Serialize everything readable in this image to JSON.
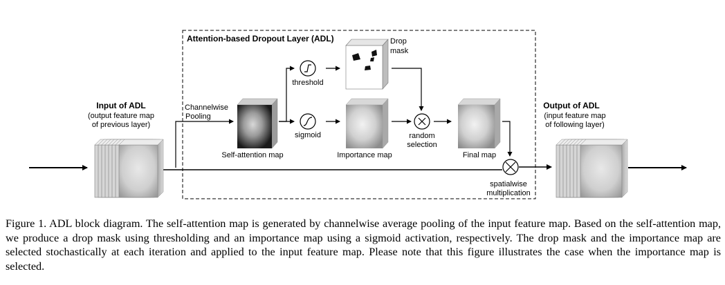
{
  "adl_title": "Attention-based Dropout Layer (ADL)",
  "input": {
    "title": "Input of ADL",
    "line1": "(output feature map",
    "line2": "of previous layer)"
  },
  "output": {
    "title": "Output of ADL",
    "line1": "(input feature map",
    "line2": "of following layer)"
  },
  "pooling": {
    "line1": "Channelwise",
    "line2": "Pooling"
  },
  "self_attention_label": "Self-attention map",
  "threshold_label": "threshold",
  "sigmoid_label": "sigmoid",
  "drop_mask": {
    "line1": "Drop",
    "line2": "mask"
  },
  "importance_label": "Importance map",
  "random_selection": {
    "line1": "random",
    "line2": "selection"
  },
  "final_label": "Final map",
  "spatialwise": {
    "line1": "spatialwise",
    "line2": "multiplication"
  },
  "caption": "Figure 1. ADL block diagram. The self-attention map is generated by channelwise average pooling of the input feature map. Based on the self-attention map, we produce a drop mask using thresholding and an importance map using a sigmoid activation, respectively. The drop mask and the importance map are selected stochastically at each iteration and applied to the input feature map. Please note that this figure illustrates the case when the importance map is selected."
}
